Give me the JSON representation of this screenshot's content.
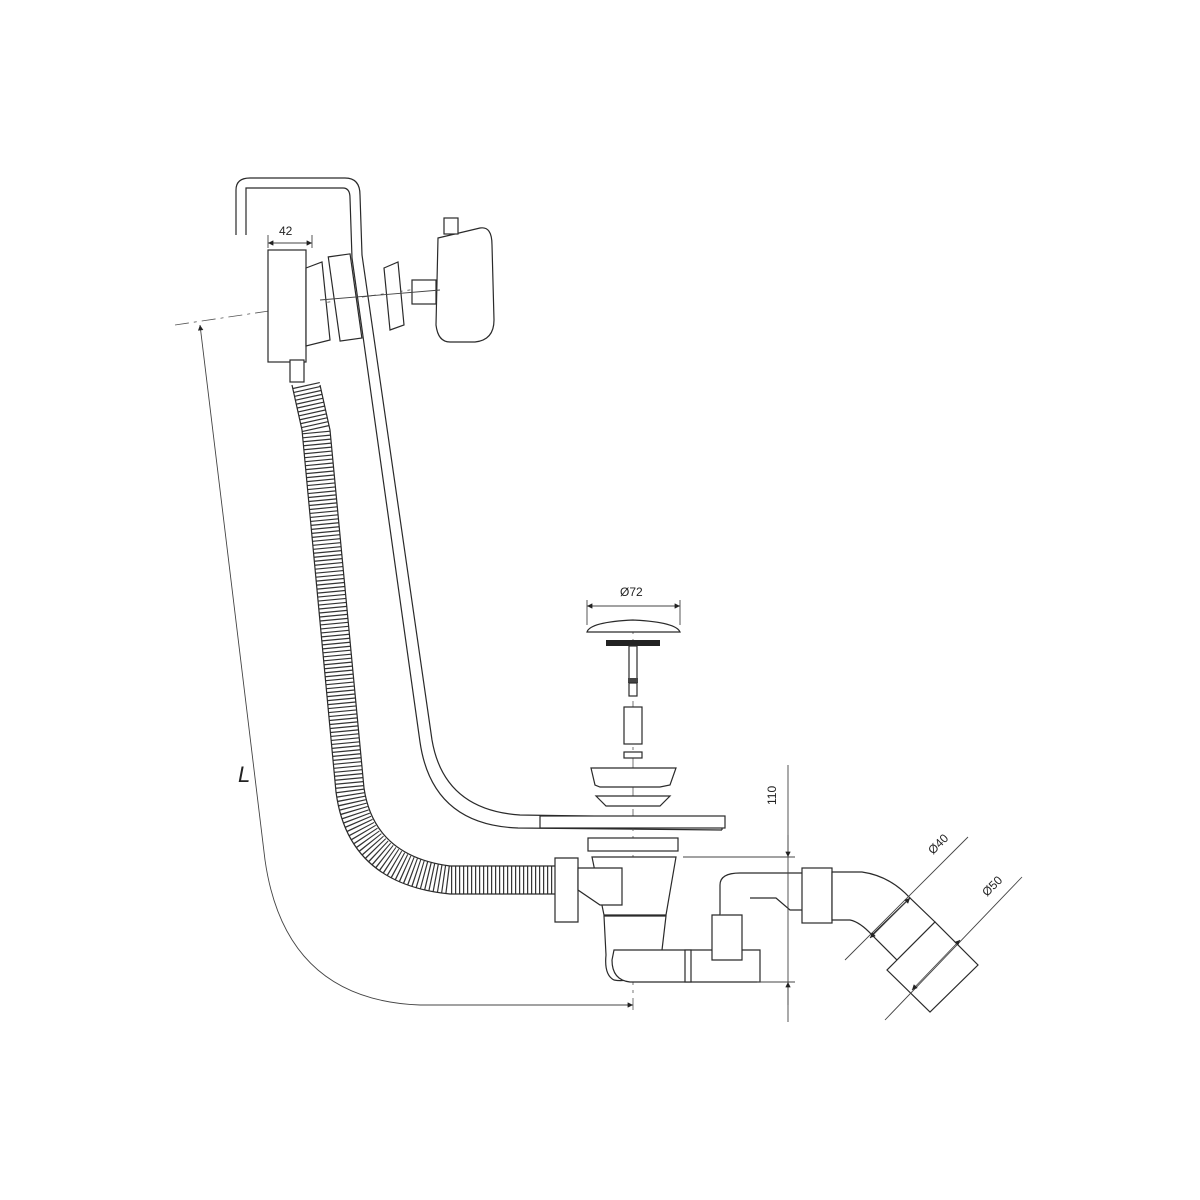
{
  "drawing": {
    "title": "Bath waste and overflow kit with siphon",
    "dimensions": {
      "overflow_width": "42",
      "plug_diameter": "Ø72",
      "siphon_height": "110",
      "outlet_inner_diameter": "Ø40",
      "outlet_outer_diameter": "Ø50",
      "length": "L"
    },
    "colors": {
      "line": "#2a2a2a",
      "background": "#ffffff"
    }
  }
}
